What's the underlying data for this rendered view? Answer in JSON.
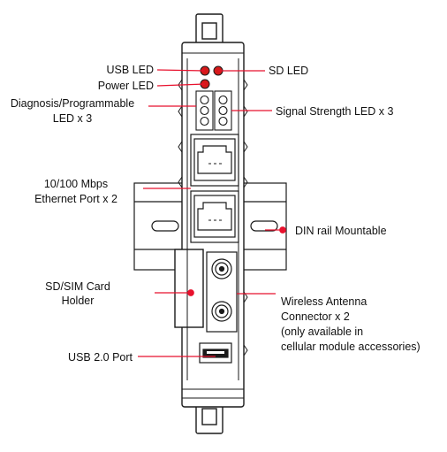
{
  "colors": {
    "line": "#1a1a1a",
    "accent": "#e8112d",
    "led": "#d61a1a"
  },
  "labels": {
    "usb_led": "USB LED",
    "power_led": "Power LED",
    "diag_line1": "Diagnosis/Programmable",
    "diag_line2": "LED x 3",
    "sd_led": "SD LED",
    "signal_led": "Signal Strength LED x 3",
    "ethernet_line1": "10/100 Mbps",
    "ethernet_line2": "Ethernet Port x 2",
    "din_rail": "DIN rail Mountable",
    "sdsim_line1": "SD/SIM Card",
    "sdsim_line2": "Holder",
    "antenna_line1": "Wireless Antenna",
    "antenna_line2": "Connector  x 2",
    "antenna_line3": "(only available in",
    "antenna_line4": "cellular module accessories)",
    "usb_port": "USB 2.0 Port"
  }
}
